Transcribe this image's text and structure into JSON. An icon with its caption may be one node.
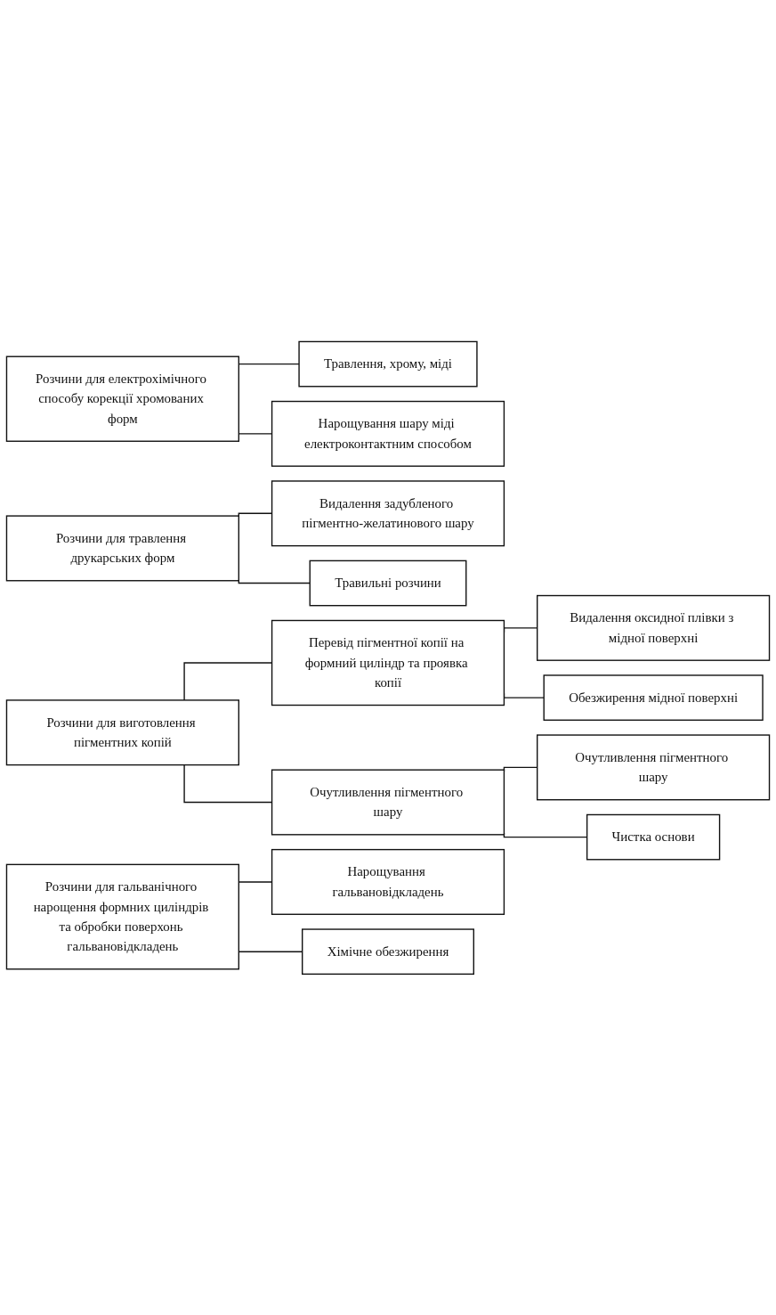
{
  "diagram": {
    "nodes": [
      {
        "text": [
          "Розчини для електрохімічного способу корекції хромованих форм"
        ]
      },
      {
        "text": [
          "Травлення, хрому, міді"
        ]
      },
      {
        "text": [
          "Нарощування шару міді електроконтактним способом"
        ]
      },
      {
        "text": [
          "Розчини для травлення друкарських форм"
        ]
      },
      {
        "text": [
          "Видалення задубленого пігментно-желатинового шару"
        ]
      },
      {
        "text": [
          "Травильні розчини"
        ]
      },
      {
        "text": [
          "Розчини для виготовлення пігментних копій"
        ]
      },
      {
        "text": [
          "Перевід пігментної копії на формний циліндр та проявка копії"
        ]
      },
      {
        "text": [
          "Видалення оксидної плівки з мідної поверхні"
        ]
      },
      {
        "text": [
          "Обезжирення мідної поверхні"
        ]
      },
      {
        "text": [
          "Очутливлення пігментного шару"
        ]
      },
      {
        "text": [
          "Очутливлення пігментного шару"
        ]
      },
      {
        "text": [
          "Чистка основи"
        ]
      },
      {
        "text": [
          "Розчини для гальванічного нарощення формних циліндрів та обробки поверхонь гальвановідкладень"
        ]
      },
      {
        "text": [
          "Нарощування гальвановідкладень"
        ]
      },
      {
        "text": [
          "Хімічне обезжирення"
        ]
      }
    ],
    "edges": [
      {
        "from": 0,
        "to": 1,
        "arrow": "none"
      },
      {
        "from": 0,
        "to": 2,
        "arrow": "none"
      },
      {
        "from": 3,
        "to": 4,
        "arrow": "none"
      },
      {
        "from": 3,
        "to": 5,
        "arrow": "none"
      },
      {
        "from": 6,
        "to": 7,
        "arrow": "none"
      },
      {
        "from": 7,
        "to": 8,
        "arrow": "none"
      },
      {
        "from": 7,
        "to": 9,
        "arrow": "none"
      },
      {
        "from": 6,
        "to": 10,
        "arrow": "none"
      },
      {
        "from": 10,
        "to": 11,
        "arrow": "none"
      },
      {
        "from": 10,
        "to": 12,
        "arrow": "none"
      },
      {
        "from": 13,
        "to": 14,
        "arrow": "none"
      },
      {
        "from": 13,
        "to": 15,
        "arrow": "none"
      }
    ]
  }
}
